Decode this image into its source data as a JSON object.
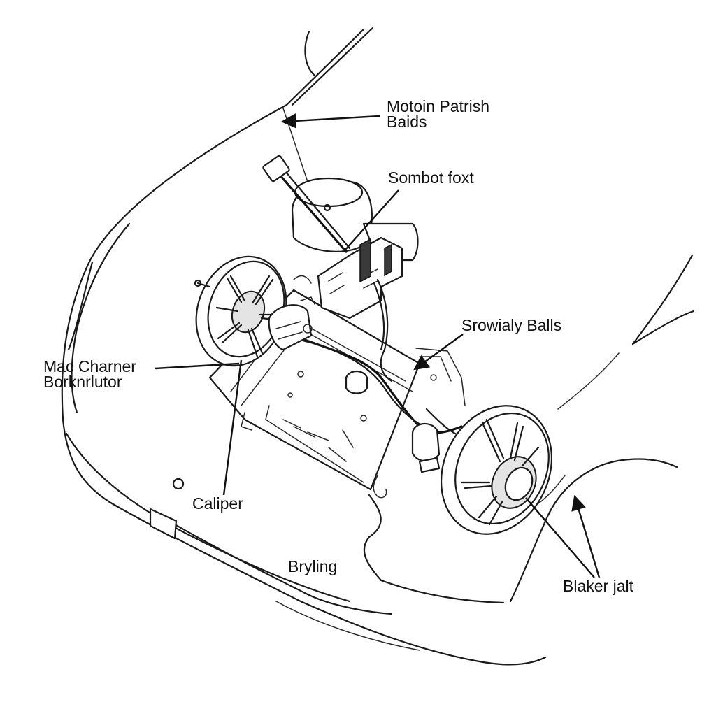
{
  "labels": {
    "motion_patrish_line1": "Motoin Patrish",
    "motion_patrish_line2": "Baids",
    "sombot_foxt": "Sombot foxt",
    "srowialy_balls": "Srowialy Balls",
    "mac_charner_line1": "Mac Charner",
    "mac_charner_line2": "Borknrlutor",
    "caliper": "Caliper",
    "bryling": "Bryling",
    "blaker_jalt": "Blaker jalt"
  },
  "colors": {
    "line": "#1a1a1a",
    "background": "#ffffff",
    "text": "#111111"
  }
}
